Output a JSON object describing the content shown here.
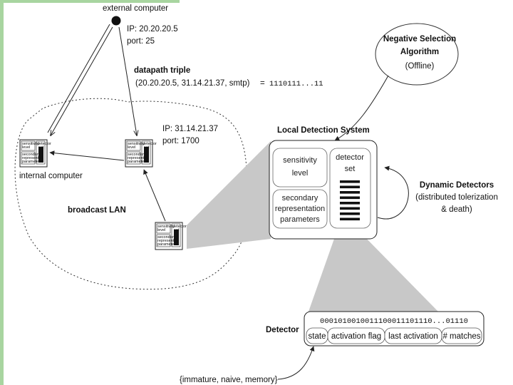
{
  "colors": {
    "accent_border": "#a8d5a0",
    "shaded_region": "#c8c8c8",
    "line": "#222222"
  },
  "external": {
    "title": "external computer",
    "ip": "IP: 20.20.20.5",
    "port": "port: 25"
  },
  "datapath": {
    "title": "datapath triple",
    "triple": "(20.20.20.5, 31.14.21.37, smtp)",
    "equals": "=",
    "bits": "1110111...11"
  },
  "server": {
    "ip": "IP: 31.14.21.37",
    "port": "port: 1700"
  },
  "internal_label": "internal computer",
  "lan_label": "broadcast LAN",
  "mini_node": {
    "sensitivity": "sensitivity level",
    "detector": "detector set",
    "secondary": "secondary representation parameters"
  },
  "nsa": {
    "title_line1": "Negative Selection",
    "title_line2": "Algorithm",
    "subtitle": "(Offline)"
  },
  "lds": {
    "title": "Local Detection System",
    "sensitivity_line1": "sensitivity",
    "sensitivity_line2": "level",
    "secondary_line1": "secondary",
    "secondary_line2": "representation",
    "secondary_line3": "parameters",
    "detector_line1": "detector",
    "detector_line2": "set"
  },
  "dynamic": {
    "title": "Dynamic Detectors",
    "line1": "(distributed tolerization",
    "line2": "& death)"
  },
  "detector": {
    "label": "Detector",
    "bits": "0001010010011100011101110...01110",
    "fields": [
      "state",
      "activation flag",
      "last activation",
      "# matches"
    ]
  },
  "states_label": "{immature, naive, memory}"
}
